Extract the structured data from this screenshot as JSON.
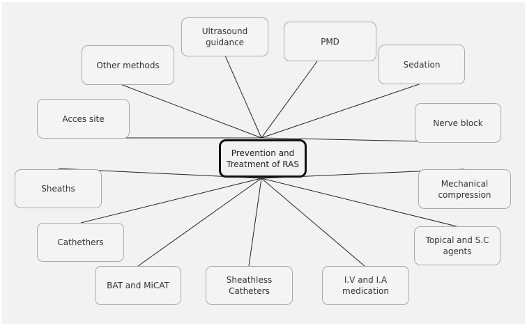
{
  "diagram": {
    "center": "Prevention and\nTreatment of RAS",
    "nodes": [
      {
        "id": "ultrasound",
        "label": "Ultrasound guidance"
      },
      {
        "id": "pmd",
        "label": "PMD"
      },
      {
        "id": "other",
        "label": "Other methods"
      },
      {
        "id": "sedation",
        "label": "Sedation"
      },
      {
        "id": "access",
        "label": "Acces site"
      },
      {
        "id": "nerve",
        "label": "Nerve block"
      },
      {
        "id": "sheaths",
        "label": "Sheaths"
      },
      {
        "id": "mechanical",
        "label": "Mechanical\ncompression"
      },
      {
        "id": "topical",
        "label": "Topical and S.C\nagents"
      },
      {
        "id": "catheters",
        "label": "Cathethers"
      },
      {
        "id": "bat",
        "label": "BAT and MiCAT"
      },
      {
        "id": "sheathless",
        "label": "Sheathless Catheters"
      },
      {
        "id": "iv",
        "label": "I.V and I.A medication"
      }
    ]
  }
}
